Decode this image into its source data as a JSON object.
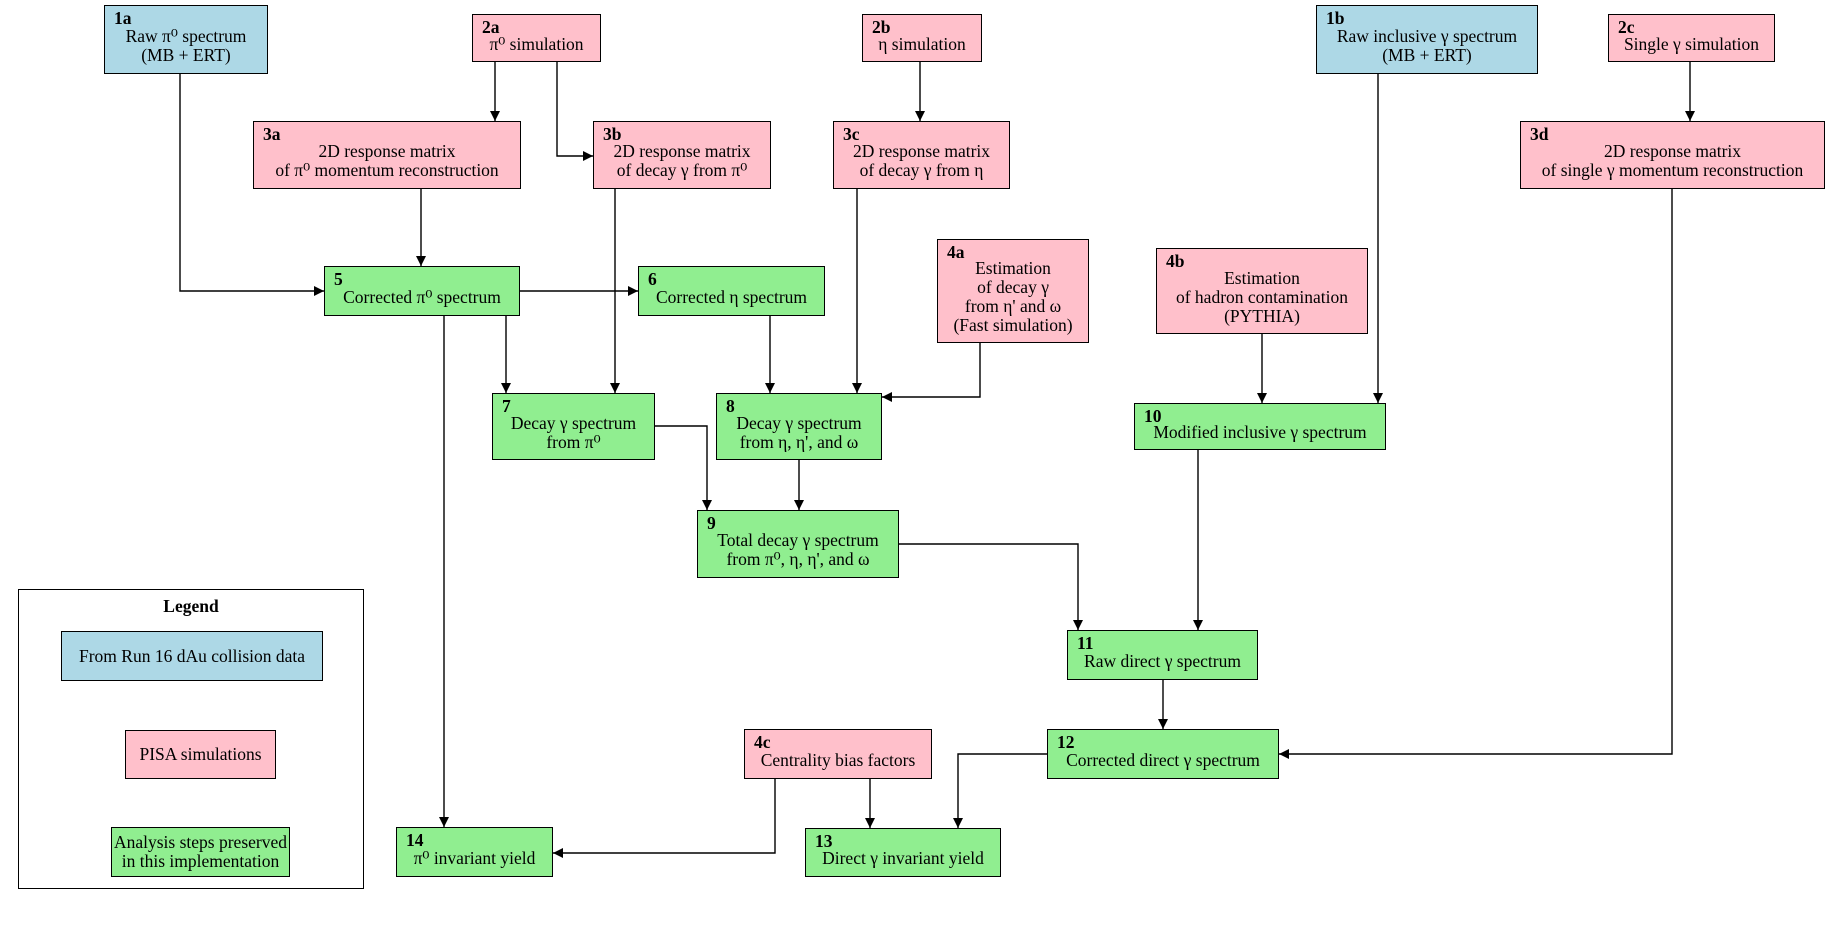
{
  "colors": {
    "data": "#add8e6",
    "simulation": "#ffc0cb",
    "analysis": "#90ee90"
  },
  "nodes": {
    "n1a": {
      "id": "1a",
      "lines": [
        "Raw π⁰ spectrum",
        "(MB + ERT)"
      ]
    },
    "n2a": {
      "id": "2a",
      "lines": [
        "π⁰ simulation"
      ]
    },
    "n2b": {
      "id": "2b",
      "lines": [
        "η simulation"
      ]
    },
    "n1b": {
      "id": "1b",
      "lines": [
        "Raw inclusive γ spectrum",
        "(MB + ERT)"
      ]
    },
    "n2c": {
      "id": "2c",
      "lines": [
        "Single γ simulation"
      ]
    },
    "n3a": {
      "id": "3a",
      "lines": [
        "2D response matrix",
        "of π⁰ momentum reconstruction"
      ]
    },
    "n3b": {
      "id": "3b",
      "lines": [
        "2D response matrix",
        "of decay γ from π⁰"
      ]
    },
    "n3c": {
      "id": "3c",
      "lines": [
        "2D response matrix",
        "of decay γ from η"
      ]
    },
    "n3d": {
      "id": "3d",
      "lines": [
        "2D response matrix",
        "of single γ momentum reconstruction"
      ]
    },
    "n4a": {
      "id": "4a",
      "lines": [
        "Estimation",
        "of decay γ",
        "from η' and ω",
        "(Fast simulation)"
      ]
    },
    "n4b": {
      "id": "4b",
      "lines": [
        "Estimation",
        "of hadron contamination",
        "(PYTHIA)"
      ]
    },
    "n5": {
      "id": "5",
      "lines": [
        "Corrected π⁰ spectrum"
      ]
    },
    "n6": {
      "id": "6",
      "lines": [
        "Corrected η spectrum"
      ]
    },
    "n7": {
      "id": "7",
      "lines": [
        "Decay γ spectrum",
        "from π⁰"
      ]
    },
    "n8": {
      "id": "8",
      "lines": [
        "Decay γ spectrum",
        "from η, η', and ω"
      ]
    },
    "n9": {
      "id": "9",
      "lines": [
        "Total decay γ spectrum",
        "from π⁰, η, η', and ω"
      ]
    },
    "n10": {
      "id": "10",
      "lines": [
        "Modified inclusive γ spectrum"
      ]
    },
    "n11": {
      "id": "11",
      "lines": [
        "Raw direct γ spectrum"
      ]
    },
    "n12": {
      "id": "12",
      "lines": [
        "Corrected direct γ spectrum"
      ]
    },
    "n4c": {
      "id": "4c",
      "lines": [
        "Centrality bias factors"
      ]
    },
    "n13": {
      "id": "13",
      "lines": [
        "Direct γ invariant yield"
      ]
    },
    "n14": {
      "id": "14",
      "lines": [
        "π⁰ invariant yield"
      ]
    }
  },
  "legend": {
    "title": "Legend",
    "items": [
      {
        "lines": [
          "From Run 16 dAu collision data"
        ]
      },
      {
        "lines": [
          "PISA simulations"
        ]
      },
      {
        "lines": [
          "Analysis steps preserved",
          "in this implementation"
        ]
      }
    ]
  }
}
